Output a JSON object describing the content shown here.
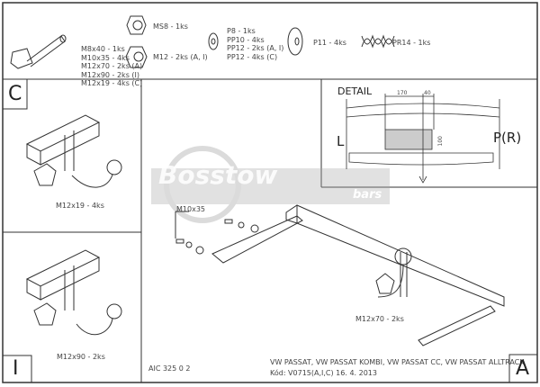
{
  "parts": {
    "bolts": [
      "M8x40 - 1ks",
      "M10x35 - 4ks",
      "M12x70 - 2ks (A)",
      "M12x90 - 2ks (I)",
      "M12x19 - 4ks (C)"
    ],
    "nut_ms8": "MS8 - 1ks",
    "nut_m12": "M12 - 2ks (A, I)",
    "washers": [
      "P8 - 1ks",
      "PP10 - 4ks",
      "PP12 - 2ks (A, I)",
      "PP12 - 4ks (C)"
    ],
    "washer_p11": "P11 - 4ks",
    "spring": "PR14 - 1ks"
  },
  "panel_c": {
    "letter": "C",
    "callout": "M12x19 - 4ks"
  },
  "panel_i": {
    "letter": "I",
    "callout": "M12x90 - 2ks"
  },
  "detail": {
    "title": "DETAIL",
    "dim_170": "170",
    "dim_40": "40",
    "dim_100": "100",
    "left": "L",
    "right": "P(R)"
  },
  "main": {
    "callout_bolt": "M10x35",
    "callout_m12": "M12x70 - 2ks",
    "watermark": "Bosstow",
    "watermark_sub": "bars"
  },
  "title_block": {
    "drawing_no": "AIC 325 0 2",
    "vehicles": "VW PASSAT, VW PASSAT KOMBI, VW PASSAT CC, VW PASSAT ALLTRACK",
    "code": "Kód: V0715(A,I,C)  16. 4. 2013",
    "variant": "A"
  }
}
